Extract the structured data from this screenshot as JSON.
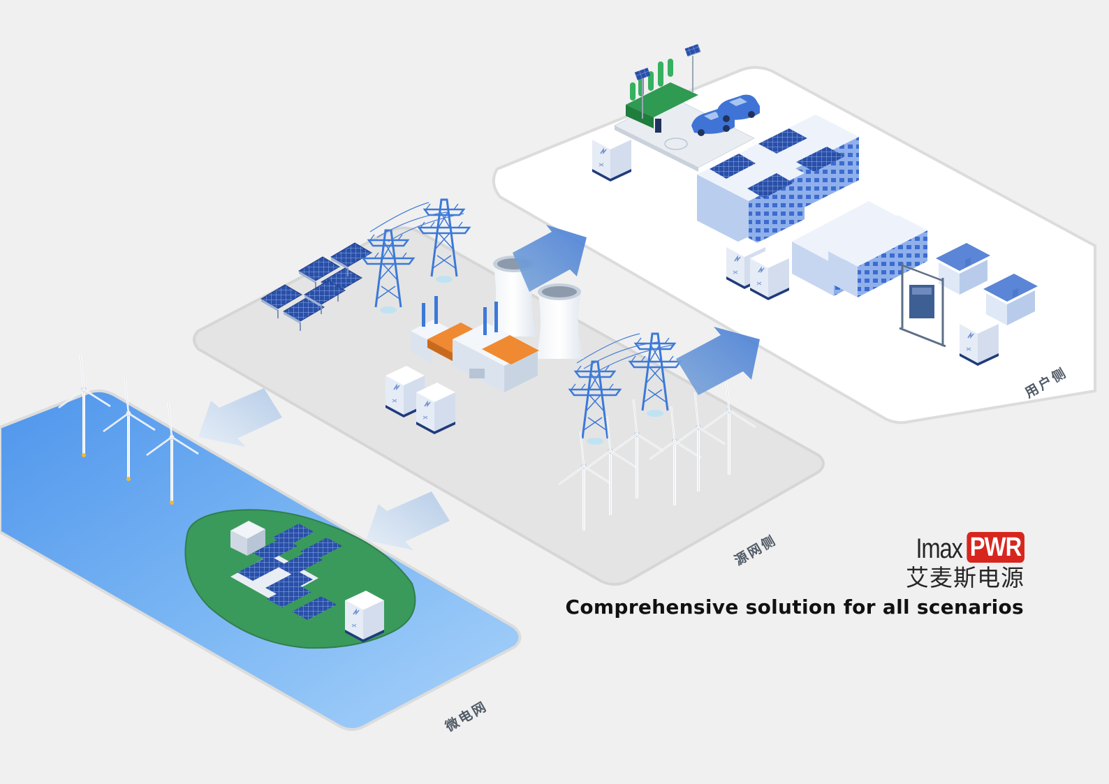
{
  "zones": {
    "user_side": "用户侧",
    "source_grid_side": "源网侧",
    "microgrid": "微电网"
  },
  "brand": {
    "name_latin": "Imax",
    "name_badge": "PWR",
    "name_cn": "艾麦斯电源",
    "tagline": "Comprehensive solution for all scenarios"
  },
  "colors": {
    "background": "#f0f0f0",
    "accent_blue": "#4a7fd6",
    "brand_red": "#d7261e",
    "water": "#6aaaf0",
    "island_green": "#3a9a5c",
    "plant_orange": "#ef8a32"
  },
  "icons": [
    "solar-panel-icon",
    "transmission-tower-icon",
    "cooling-tower-icon",
    "power-plant-icon",
    "energy-storage-cabinet-icon",
    "wind-turbine-icon",
    "electric-car-icon",
    "ev-charger-icon",
    "building-icon",
    "house-icon",
    "transformer-icon",
    "flow-arrow-icon"
  ]
}
